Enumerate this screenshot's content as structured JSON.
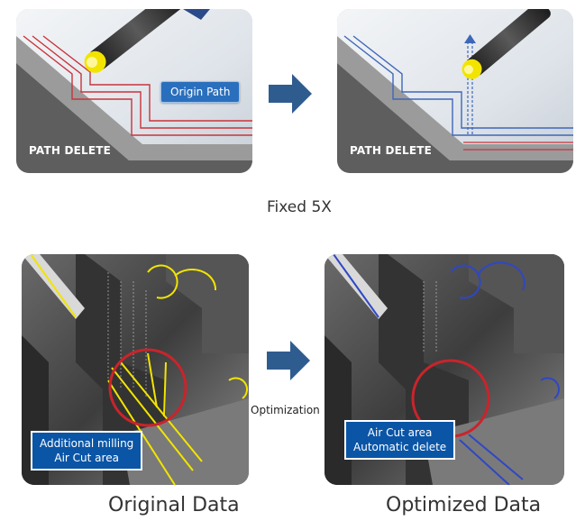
{
  "top": {
    "left_panel": {
      "badge": "PATH DELETE",
      "callout": "Origin Path"
    },
    "right_panel": {
      "badge": "PATH DELETE"
    },
    "caption": "Fixed 5X"
  },
  "bottom": {
    "left_panel": {
      "callout_line1": "Additional milling",
      "callout_line2": "Air Cut area",
      "caption": "Original Data"
    },
    "middle_label": "Optimization",
    "right_panel": {
      "callout_line1": "Air Cut area",
      "callout_line2": "Automatic delete",
      "caption": "Optimized Data"
    }
  },
  "colors": {
    "path_red": "#c8343a",
    "path_blue": "#3e67b8",
    "tool_yellow": "#f2e400",
    "callout_blue": "#2a6fbd",
    "arrow_blue": "#2f5c8f",
    "circle_red": "#c9242b"
  }
}
